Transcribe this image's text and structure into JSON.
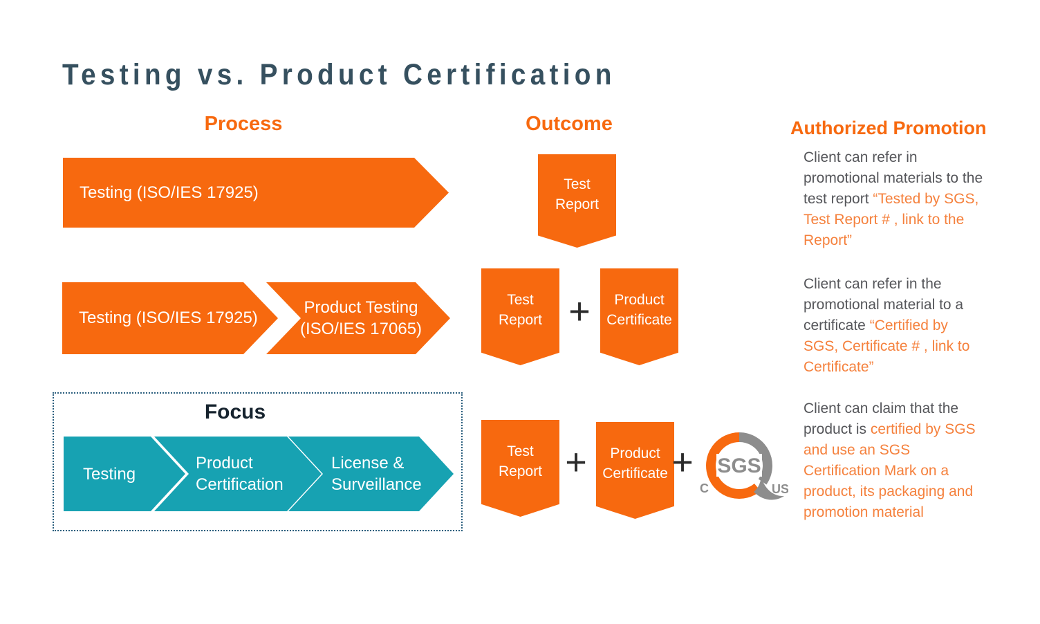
{
  "title": "Testing vs. Product Certification",
  "columns": {
    "process": "Process",
    "outcome": "Outcome",
    "promotion": "Authorized Promotion"
  },
  "plus": "+",
  "rows": [
    {
      "process": [
        "Testing (ISO/IES 17925)"
      ],
      "outcome": [
        "Test Report"
      ],
      "promotion": {
        "gray": "Client can refer in promotional materials to the test report ",
        "orange": "“Tested by SGS, Test Report # , link to the Report”"
      }
    },
    {
      "process": [
        "Testing (ISO/IES 17925)",
        "Product Testing (ISO/IES 17065)"
      ],
      "outcome": [
        "Test Report",
        "Product Certificate"
      ],
      "promotion": {
        "gray": "Client can refer in the promotional material to a certificate ",
        "orange": "“Certified by SGS, Certificate # , link to Certificate”"
      }
    },
    {
      "focus": {
        "title": "Focus",
        "steps": [
          "Testing",
          "Product Certification",
          "License & Surveillance"
        ]
      },
      "outcome": [
        "Test Report",
        "Product Certificate"
      ],
      "logo": {
        "main": "SGS",
        "left": "C",
        "right": "US"
      },
      "promotion": {
        "gray": "Client can claim that the product is ",
        "orange": "certified by SGS and use an SGS Certification Mark on a product, its packaging and  promotion material"
      }
    }
  ],
  "colors": {
    "arrow_orange": "#F7690F",
    "quote_orange": "#F5813D",
    "focus_teal": "#17A2B2",
    "title_slate": "#36505F",
    "body_gray": "#55565A",
    "focus_border_navy": "#2B5F7E",
    "logo_gray": "#8D8D8D"
  }
}
